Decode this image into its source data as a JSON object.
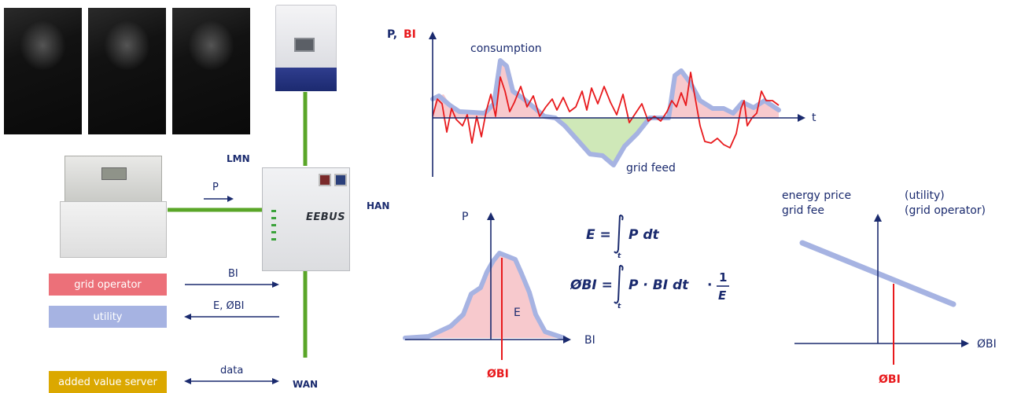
{
  "devices": {
    "solar_panels": "solar panels",
    "inverter": "inverter",
    "meter": "smart meter",
    "gateway_brand": "EEBUS"
  },
  "network": {
    "lmn": "LMN",
    "han": "HAN",
    "wan": "WAN",
    "p_label": "P"
  },
  "stakeholders": [
    {
      "label": "grid operator",
      "color": "#ec7079",
      "flow": "BI",
      "direction": "to-right"
    },
    {
      "label": "utility",
      "color": "#a6b3e2",
      "flow": "E, ØBI",
      "direction": "to-left"
    },
    {
      "label": "added value server",
      "color": "#dba800",
      "flow": "data",
      "direction": "both"
    }
  ],
  "top_chart": {
    "y_label_p": "P,",
    "y_label_bi": "BI",
    "x_label": "t",
    "consumption": "consumption",
    "grid_feed": "grid feed"
  },
  "mid_chart": {
    "y_label": "P",
    "x_label": "BI",
    "area_label": "E",
    "mean_label": "ØBI"
  },
  "formulas": {
    "energy": {
      "lhs": "E =",
      "integrand": "P dt",
      "lower": "t"
    },
    "mean": {
      "lhs": "ØBI =",
      "integrand": "P · BI dt",
      "lower": "t",
      "mult": "·",
      "num": "1",
      "den": "E"
    }
  },
  "price_chart": {
    "energy_price": "energy price",
    "grid_fee": "grid fee",
    "utility": "(utility)",
    "grid_operator": "(grid operator)",
    "x_label": "ØBI",
    "mean_label": "ØBI"
  },
  "colors": {
    "navy": "#1a2a6e",
    "red": "#e8191c",
    "green": "#5aa628",
    "pink_fill": "#f7c9cd",
    "blue_band": "#a6b3e2",
    "green_fill": "#cfe8b8"
  }
}
